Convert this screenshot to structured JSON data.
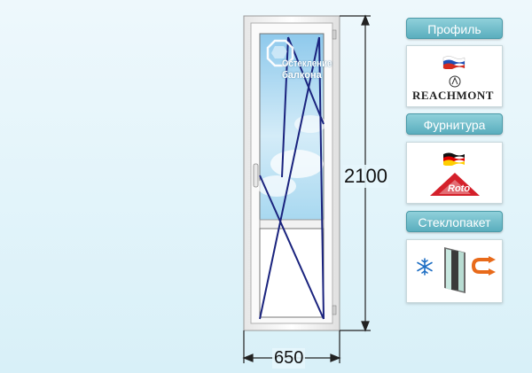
{
  "dimensions": {
    "height": "2100",
    "width": "650"
  },
  "watermark": {
    "line1": "Остекление",
    "line2": "балкона"
  },
  "panels": {
    "profile": {
      "title": "Профиль",
      "brand": "REACHMONT",
      "flag": "russia-flag-icon"
    },
    "hardware": {
      "title": "Фурнитура",
      "brand": "Roto",
      "flag": "germany-flag-icon"
    },
    "glazing": {
      "title": "Стеклопакет",
      "icons": [
        "snowflake-icon",
        "glass-unit-icon",
        "heat-return-icon"
      ]
    }
  },
  "colors": {
    "frame": "#ffffff",
    "sash_lines": "#1a237e",
    "tab_bg": "#6fbccb",
    "roto_red": "#d4202a"
  }
}
